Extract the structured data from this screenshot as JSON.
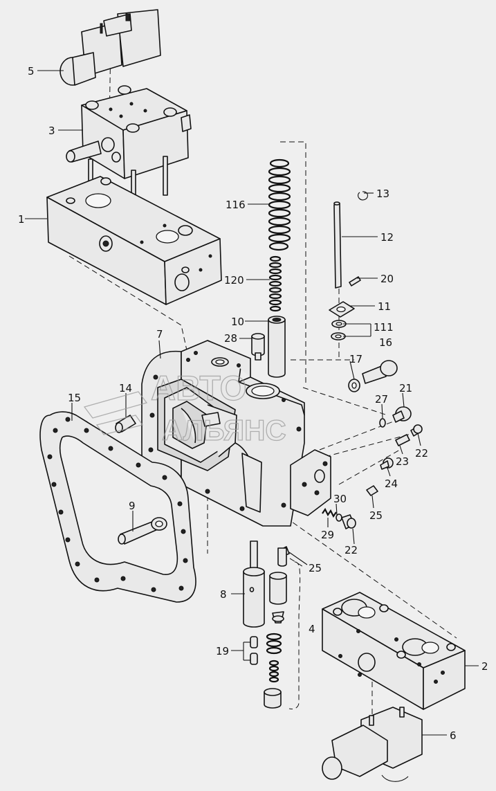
{
  "callouts": {
    "c1": "1",
    "c2": "2",
    "c3": "3",
    "c4": "4",
    "c5": "5",
    "c6": "6",
    "c7": "7",
    "c8": "8",
    "c9": "9",
    "c10": "10",
    "c11": "11",
    "c12": "12",
    "c13": "13",
    "c14": "14",
    "c15": "15",
    "c16": "16",
    "c17": "17",
    "c19": "19",
    "c20": "20",
    "c21": "21",
    "c22a": "22",
    "c22b": "22",
    "c23": "23",
    "c24": "24",
    "c25a": "25",
    "c25b": "25",
    "c27": "27",
    "c28": "28",
    "c29": "29",
    "c30": "30",
    "c111": "111",
    "c116": "116",
    "c120": "120"
  },
  "watermark": {
    "line1": "АВТО",
    "line2": "АЛЬЯНС"
  },
  "colors": {
    "ink": "#111111",
    "paper": "#efefef",
    "watermark": "#9a9a9a"
  }
}
